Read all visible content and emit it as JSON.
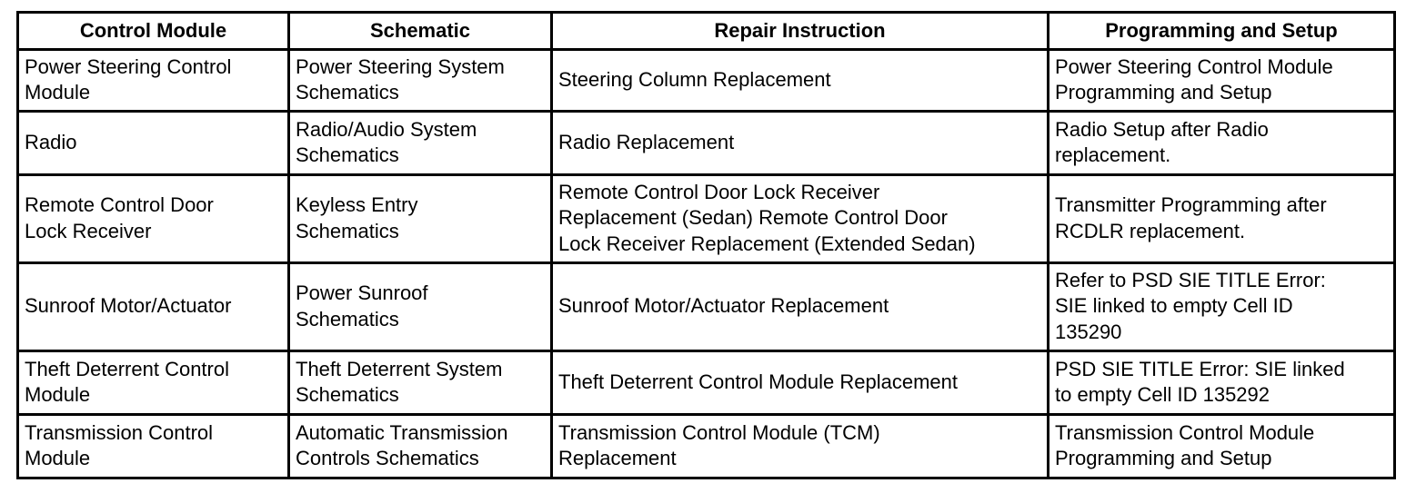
{
  "table": {
    "headers": [
      "Control Module",
      "Schematic",
      "Repair Instruction",
      "Programming and Setup"
    ],
    "rows": [
      {
        "control_module": [
          "Power Steering Control",
          "Module"
        ],
        "schematic": [
          "Power Steering System",
          "Schematics"
        ],
        "repair_instruction": [
          "Steering Column Replacement"
        ],
        "programming_setup": [
          "Power Steering Control Module",
          "Programming and Setup"
        ]
      },
      {
        "control_module": [
          "Radio"
        ],
        "schematic": [
          "Radio/Audio System",
          "Schematics"
        ],
        "repair_instruction": [
          "Radio Replacement"
        ],
        "programming_setup": [
          "Radio Setup after Radio",
          "replacement."
        ]
      },
      {
        "control_module": [
          "Remote Control Door",
          "Lock Receiver"
        ],
        "schematic": [
          "Keyless Entry",
          "Schematics"
        ],
        "repair_instruction": [
          "Remote Control Door Lock Receiver",
          "Replacement (Sedan) Remote Control Door",
          "Lock Receiver Replacement (Extended Sedan)"
        ],
        "programming_setup": [
          "Transmitter Programming after",
          "RCDLR replacement."
        ]
      },
      {
        "control_module": [
          "Sunroof Motor/Actuator"
        ],
        "schematic": [
          "Power Sunroof",
          "Schematics"
        ],
        "repair_instruction": [
          "Sunroof Motor/Actuator Replacement"
        ],
        "programming_setup": [
          "Refer to PSD SIE TITLE Error:",
          "SIE linked to empty Cell ID",
          "135290"
        ]
      },
      {
        "control_module": [
          "Theft Deterrent Control",
          "Module"
        ],
        "schematic": [
          "Theft Deterrent System",
          "Schematics"
        ],
        "repair_instruction": [
          "Theft Deterrent Control Module Replacement"
        ],
        "programming_setup": [
          "PSD SIE TITLE Error: SIE linked",
          "to empty Cell ID 135292"
        ]
      },
      {
        "control_module": [
          "Transmission Control",
          "Module"
        ],
        "schematic": [
          "Automatic Transmission",
          "Controls Schematics"
        ],
        "repair_instruction": [
          "Transmission Control Module (TCM)",
          "Replacement"
        ],
        "programming_setup": [
          "Transmission Control Module",
          "Programming and Setup"
        ]
      }
    ]
  }
}
